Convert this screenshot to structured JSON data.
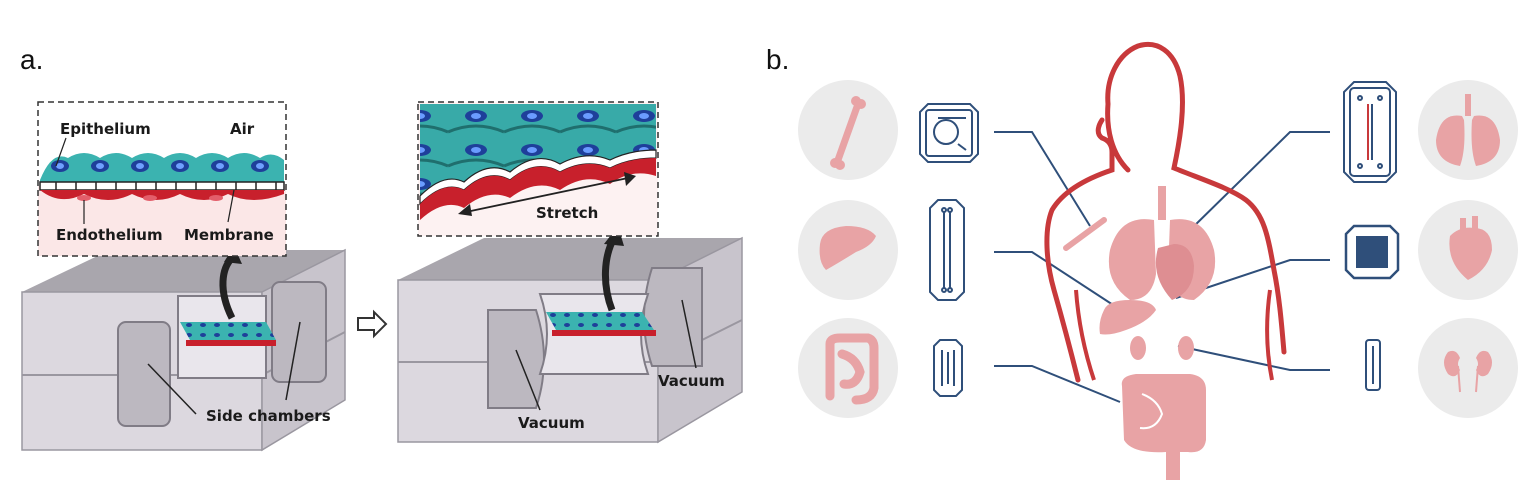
{
  "panel_a": {
    "label": "a.",
    "inset_left": {
      "epithelium": "Epithelium",
      "air": "Air",
      "endothelium": "Endothelium",
      "membrane": "Membrane"
    },
    "inset_right": {
      "stretch": "Stretch"
    },
    "device_left": {
      "side_chambers": "Side chambers"
    },
    "device_right": {
      "vacuum_left": "Vacuum",
      "vacuum_right": "Vacuum"
    }
  },
  "panel_b": {
    "label": "b.",
    "left_organs": [
      "bone-icon",
      "liver-icon",
      "intestine-icon"
    ],
    "right_organs": [
      "lung-icon",
      "heart-icon",
      "kidney-icon"
    ]
  },
  "colors": {
    "body_outline": "#c8393b",
    "organ_fill": "#e8a3a5",
    "chip_line": "#2f4f7a",
    "circle_bg": "#ebebeb",
    "epithelium": "#3bb3b0",
    "endothelium": "#c8202c",
    "device": "#d9d5dc"
  }
}
